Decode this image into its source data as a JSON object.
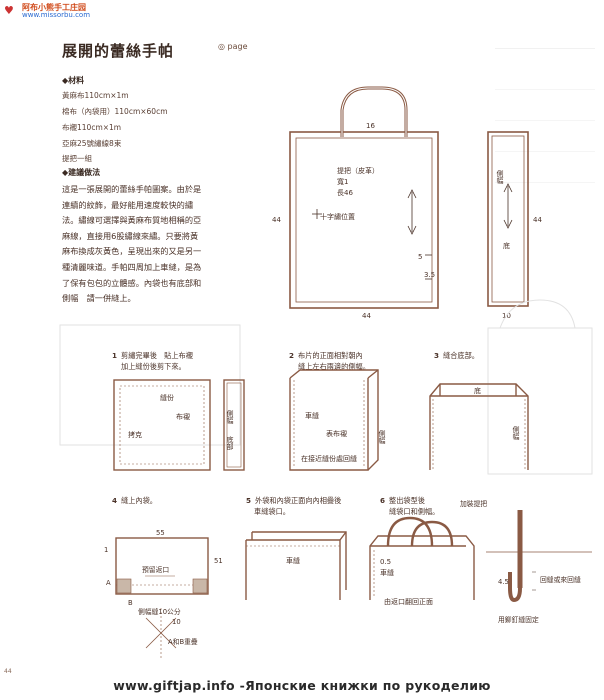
{
  "watermark": {
    "line1": "阿布小熊手工庄园",
    "line2": "www.missorbu.com"
  },
  "title": "展開的蕾絲手帕",
  "page_label": "page",
  "materials": {
    "heading": "◆材料",
    "items": [
      "黃麻布110cm×1m",
      "棉布（內袋用）110cm×60cm",
      "布襯110cm×1m",
      "亞麻25號繡線8束",
      "提把一組"
    ]
  },
  "suggestion": {
    "heading": "◆建議做法",
    "lines": [
      "這是一張展開的蕾絲手帕圖案。由於是",
      "連續的紋飾，最好能用速度較快的繡",
      "法。繡線可選擇與黃麻布質地相稱的亞",
      "麻線，直接用6股繡線來繡。只要將黃",
      "麻布換成灰黃色，呈現出來的又是另一",
      "種清麗味道。手帕四周加上車縫，是為",
      "了保有包包的立體感。內袋也有底部和",
      "側幅　請一併縫上。"
    ]
  },
  "diagram": {
    "top_width": "16",
    "handle_label_1": "提把（皮革）",
    "handle_label_2": "寬1",
    "handle_label_3": "長46",
    "cross_stitch": "十字繡位置",
    "left_height": "44",
    "bottom_width": "44",
    "inner_5": "5",
    "inner_35": "3.5",
    "side_label": "側幅",
    "side_bottom": "底",
    "side_height": "44",
    "side_width": "10"
  },
  "steps": [
    {
      "num": "1",
      "text1": "剪繡完畢後　貼上布襯",
      "text2": "加上縫份後剪下來。"
    },
    {
      "num": "2",
      "text1": "布片的正面相對朝內",
      "text2": "縫上左右兩邊的側幅。"
    },
    {
      "num": "3",
      "text1": "縫合底部。",
      "text2": ""
    },
    {
      "num": "4",
      "text1": "縫上內袋。",
      "text2": ""
    },
    {
      "num": "5",
      "text1": "外袋和內袋正面向內相疊後",
      "text2": "車縫袋口。"
    },
    {
      "num": "6",
      "text1": "整出袋型後",
      "text2": "縫袋口和側幅。"
    }
  ],
  "step_labels": {
    "s1_seam": "縫份",
    "s1_interfacing": "布襯",
    "s1_lace": "拷克",
    "s1_side": "側幅",
    "s1_bottom": "底部",
    "s2_seam": "車縫",
    "s2_outer": "表布襯",
    "s2_side": "側幅",
    "s2_hint": "在接近縫份處回縫",
    "s3_bottom": "底",
    "s3_side": "側幅",
    "s4_w": "55",
    "s4_1": "1",
    "s4_51": "51",
    "s4_opening": "預留返口",
    "s4_a": "A",
    "s4_b": "B",
    "s4_side_w": "側幅縫10公分",
    "s4_10": "10",
    "s4_ab": "A和B重疊",
    "s5_seam": "車縫",
    "s6_05": "0.5",
    "s6_seam": "車縫",
    "s6_turn": "由返口翻回正面",
    "handle_add": "加裝提把",
    "handle_45": "4.5",
    "handle_stitch": "回縫或來回縫",
    "handle_fix": "用鉚釘縫固定"
  },
  "page_number": "44",
  "footer": "www.giftjap.info -Японские книжки по рукоделию",
  "colors": {
    "line": "#8a5a44",
    "text": "#3a2a22"
  }
}
